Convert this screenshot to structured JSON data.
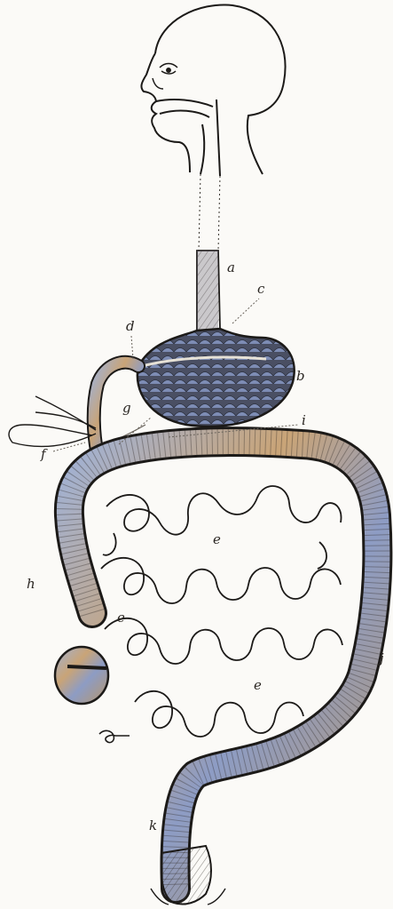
{
  "labels": {
    "a": "a",
    "b": "b",
    "c": "c",
    "d": "d",
    "e_top": "e",
    "e_left": "e",
    "e_right": "e",
    "f": "f",
    "g": "g",
    "h": "h",
    "i": "i",
    "j": "j",
    "k": "k"
  },
  "colors": {
    "ink": "#2a2622",
    "outline": "#1c1a18",
    "paper": "#fbfaf7",
    "stomach_fill": "#4a4f63",
    "stomach_accent": "#8fa0c8",
    "colon_blue": "#9fb2d8",
    "colon_tan": "#c9a477",
    "colon_dark": "#5a5f72"
  }
}
